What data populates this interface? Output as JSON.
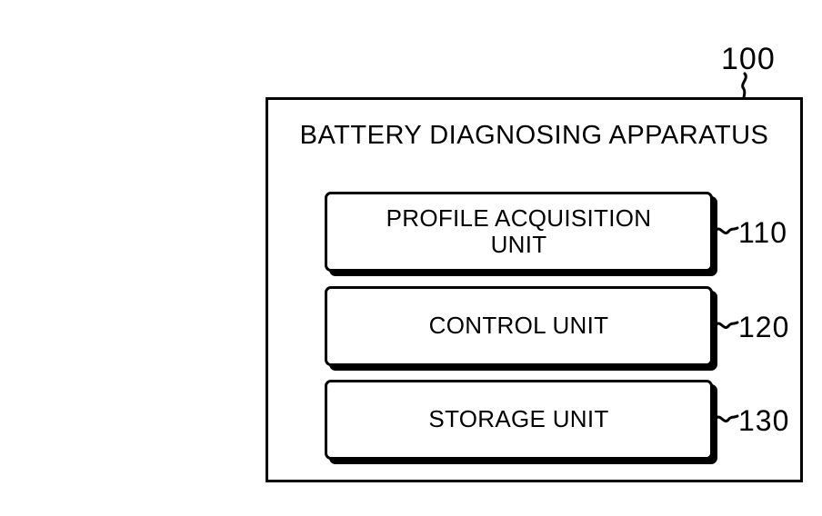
{
  "figure": {
    "type": "patent-block-diagram",
    "background_color": "#ffffff",
    "line_color": "#000000"
  },
  "apparatus": {
    "reference_number": "100",
    "title": "BATTERY DIAGNOSING APPARATUS"
  },
  "units": [
    {
      "reference_number": "110",
      "label_line_1": "PROFILE ACQUISITION",
      "label_line_2": "UNIT"
    },
    {
      "reference_number": "120",
      "label_line_1": "CONTROL UNIT",
      "label_line_2": ""
    },
    {
      "reference_number": "130",
      "label_line_1": "STORAGE UNIT",
      "label_line_2": ""
    }
  ]
}
